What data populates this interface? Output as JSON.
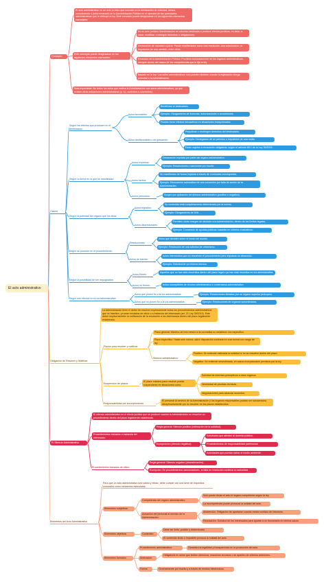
{
  "root": "El acto administrativo",
  "concepto": {
    "label": "Concepto",
    "def": "El acto administrativo es un acto jurídico que consiste en la declaración de voluntad, deseo, conocimiento o juicio emanado de la Administración Pública en el ejercicio de las potestades administrativas que le atribuye la ley. Este concepto puede desglosarse en los siguientes elementos esenciales:",
    "desglose": "Este concepto puede desglosarse en los siguientes elementos esenciales:",
    "items": [
      "Es un acto jurídico: Manifestación de voluntad destinada a producir efectos jurídicos, es decir, a crear, modificar o extinguir derechos u obligaciones.",
      "Declaración de voluntad o juicio: Puede manifestarse como una resolución, una autorización, la imposición de una sanción, entre otras.",
      "Emanado de la Administración Pública: Proviene exclusivamente de los órganos administrativos, siempre dentro del marco de las competencias que le fija la ley.",
      "Basado en la ley: Los actos administrativos solo pueden dictarse cuando la legislación otorga potestad a la Administración."
    ],
    "nota": "Nota importante: No todos los actos que realiza la Administración son actos administrativos, ya que existen otras actuaciones administrativas (p. ej., contratos o convenios)."
  },
  "clases": {
    "label": "Clases",
    "groups": [
      {
        "label": "Según los efectos que producen en el destinatario:",
        "subs": [
          {
            "label": "Actos favorables:",
            "leaves": [
              "Benefician al destinatario.",
              "Ejemplo: Otorgamiento de licencias, autorizaciones o concesiones.",
              "Pueden tener efectos retroactivos en situaciones excepcionales."
            ]
          },
          {
            "label": "Actos desfavorables o de gravamen:",
            "leaves": [
              "Perjudican o restringen derechos del destinatario.",
              "Ejemplo: Denegación de un permiso o imposición de una multa.",
              "Están sujetos a revocación obligatoria, según el artículo 85.1 de la Ley 39/2015."
            ]
          }
        ]
      },
      {
        "label": "Según la forma en la que se manifiestan:",
        "subs": [
          {
            "label": "Actos expresos:",
            "leaves": [
              "Declaración explícita por parte del órgano administrativo.",
              "Ejemplo: Resoluciones o sanciones por escrito."
            ]
          },
          {
            "label": "Actos tácitos:",
            "leaves": [
              "Se manifiestan de forma implícita a través de conductas concluyentes.",
              "Ejemplo: Renovación automática de una concesión por falta de acción de la Administración."
            ]
          },
          {
            "label": "Actos presuntos:",
            "leaves": [
              "Surgen por aplicación del silencio administrativo (positivo o negativo)."
            ]
          }
        ]
      },
      {
        "label": "Según la potestad del órgano que los dicta:",
        "subs": [
          {
            "label": "Actos reglados:",
            "leaves": [
              "Su contenido está completamente determinado por la norma.",
              "Ejemplo: Otorgamiento de DNI."
            ]
          },
          {
            "label": "Actos discrecionales:",
            "leaves": [
              "Permiten cierto margen de decisión a la Administración, dentro de los límites legales.",
              "Ejemplo: Concesión de ayudas públicas basadas en criterios evaluativos."
            ]
          }
        ]
      },
      {
        "label": "Según su posición en el procedimiento:",
        "subs": [
          {
            "label": "Resoluciones:",
            "leaves": [
              "Actos que deciden sobre el fondo del asunto.",
              "Ejemplo: Resolución de una solicitud de urbanismo."
            ]
          },
          {
            "label": "Actos de trámite:",
            "leaves": [
              "Actos intermedios que no resuelven el procedimiento pero impulsan su desarrollo.",
              "Ejemplo: Solicitud de un informe técnico."
            ]
          }
        ]
      },
      {
        "label": "Según la posibilidad de ser impugnados:",
        "subs": [
          {
            "label": "Actos firmes:",
            "leaves": [
              "Aquellos que no han sido recurridos dentro del plazo legal o ya han sido resueltos en vía administrativa."
            ]
          },
          {
            "label": "Actos no firmes:",
            "leaves": [
              "Actos susceptibles de recurso administrativo o contencioso-administrativo."
            ]
          }
        ]
      },
      {
        "label": "Según sus efectos en la vía administrativa:",
        "subs": [
          {
            "label": "Actos que ponen fin a la vía administrativa:",
            "leaves": [
              "Ejemplo: Resoluciones dictadas por un órgano superior jerárquico."
            ]
          },
          {
            "label": "Actos que no ponen fin a la vía administrativa:",
            "leaves": [
              "Ejemplo: Resoluciones de órganos subordinados."
            ]
          }
        ]
      }
    ]
  },
  "obligacion": {
    "label": "Obligación de Resolver y Notificar:",
    "intro": "La Administración tiene el deber de resolver expresamente todos los procedimientos administrativos que se tramiten, ya sean iniciados de oficio o a instancia del interesado (art. 21 Ley 39/2015). Este deber implica también la notificación de la resolución a los interesados dentro del plazo legalmente establecido.",
    "plazos_label": "Plazos para resolver y notificar:",
    "plazos": [
      "Plazo general: Máximo de tres meses si la normativa no establece uno específico.",
      "Plazo específico: Hasta seis meses, salvo disposición contraria en una norma con rango de ley."
    ],
    "silencio_label": "Silencio administrativo:",
    "silencio": [
      "Positivo: Se entiende estimada la solicitud si no se resuelve dentro del plazo.",
      "Negativo: Se entiende desestimada, en casos excepcionales previstos por la ley."
    ],
    "suspension_label": "Suspensión de plazos:",
    "suspension_text": "El plazo máximo para resolver puede suspenderse en situaciones como:",
    "suspension": [
      "Solicitud de informes preceptivos a otros órganos.",
      "Necesidad de pruebas técnicas.",
      "Negociaciones para alcanzar acuerdos."
    ],
    "responsabilidad_label": "Responsabilidad por incumplimiento:",
    "responsabilidad": "El personal al servicio de la Administración y los órganos responsables podrán ser sancionados disciplinariamente por no resolver en los plazos establecidos."
  },
  "silencio": {
    "label": "El Silencio Administrativo",
    "intro": "El silencio administrativo es el efecto jurídico que se produce cuando la Administración no resuelve un procedimiento dentro del plazo legalmente establecido.",
    "instancia_label": "Procedimientos iniciados a instancia del interesado:",
    "regla": "Regla general: Silencio positivo (estimación de la solicitud).",
    "excepciones_label": "Excepciones (silencio negativo):",
    "excepciones": [
      "Solicitudes que afecten al dominio público.",
      "Procedimientos de responsabilidad patrimonial.",
      "Actividades que puedan dañar el medio ambiente."
    ],
    "oficio_label": "Procedimientos iniciados de oficio:",
    "oficio": [
      "Regla general: Silencio negativo (desestimación).",
      "Excepción: En procedimientos sancionadores, la falta de resolución conlleva la caducidad."
    ]
  },
  "elementos": {
    "label": "Elementos del Acto Administrativo",
    "intro": "Para que un acto administrativo sea válido y eficaz, debe cumplir con una serie de requisitos conocidos como elementos esenciales:",
    "subjetivos_label": "Elementos subjetivos",
    "competencia_label": "Competencia del órgano administrativo:",
    "competencia": [
      "Solo puede dictar el acto el órgano competente según la ley.",
      "La incompetencia puede provocar la nulidad del acto."
    ],
    "actuacion_label": "Actuación del personal al servicio de la Administración:",
    "actuacion": [
      "Abstención: Obligación de apartarse cuando exista conflicto de intereses.",
      "Recusación: Solicitud de los interesados para apartar a un funcionario en ciertos casos."
    ],
    "objetivos_label": "Elementos objetivos",
    "contenido_label": "Contenido:",
    "contenido": [
      "Debe ser lícito, posible y determinado.",
      "El contenido ilícito o imposible provoca la nulidad del acto."
    ],
    "formales_label": "Elementos formales",
    "procedimiento_label": "Procedimiento administrativo:",
    "procedimiento": "Garantiza la legalidad y transparencia en la producción del acto.",
    "motivacion_label": "Motivación:",
    "motivacion": "Obligatoria en actos que limiten derechos, resuelvan recursos o se aparten de criterios anteriores.",
    "forma_label": "Forma:",
    "forma": "Generalmente por escrito y a través de medios electrónicos."
  },
  "colors": {
    "red": "#f06a65",
    "blue": "#2e9be0",
    "yellow": "#fbbd3a",
    "crimson": "#e02b4c",
    "salmon": "#f8a07c",
    "root": "#fdf0c9"
  }
}
